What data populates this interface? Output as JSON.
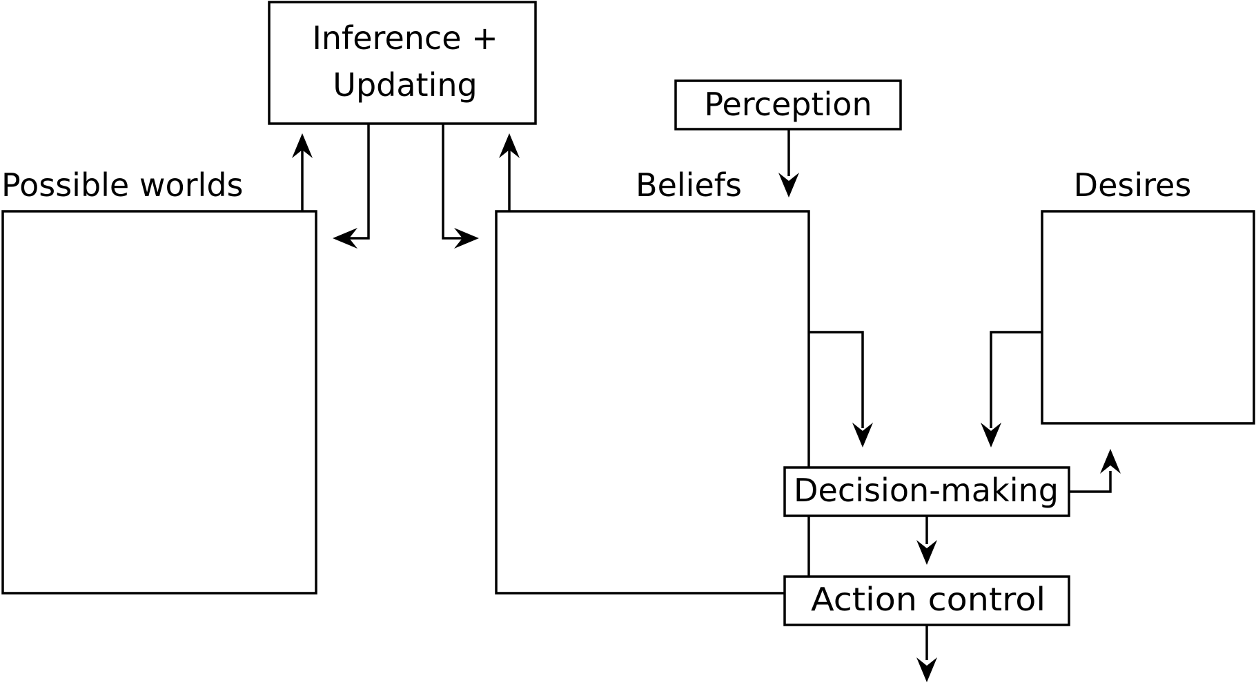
{
  "diagram": {
    "possible_worlds": "Possible worlds",
    "inference_line1": "Inference +",
    "inference_line2": "Updating",
    "perception": "Perception",
    "beliefs": "Beliefs",
    "desires": "Desires",
    "decision_making": "Decision-making",
    "action_control": "Action control"
  },
  "colors": {
    "stroke": "#000000",
    "background": "#ffffff"
  }
}
